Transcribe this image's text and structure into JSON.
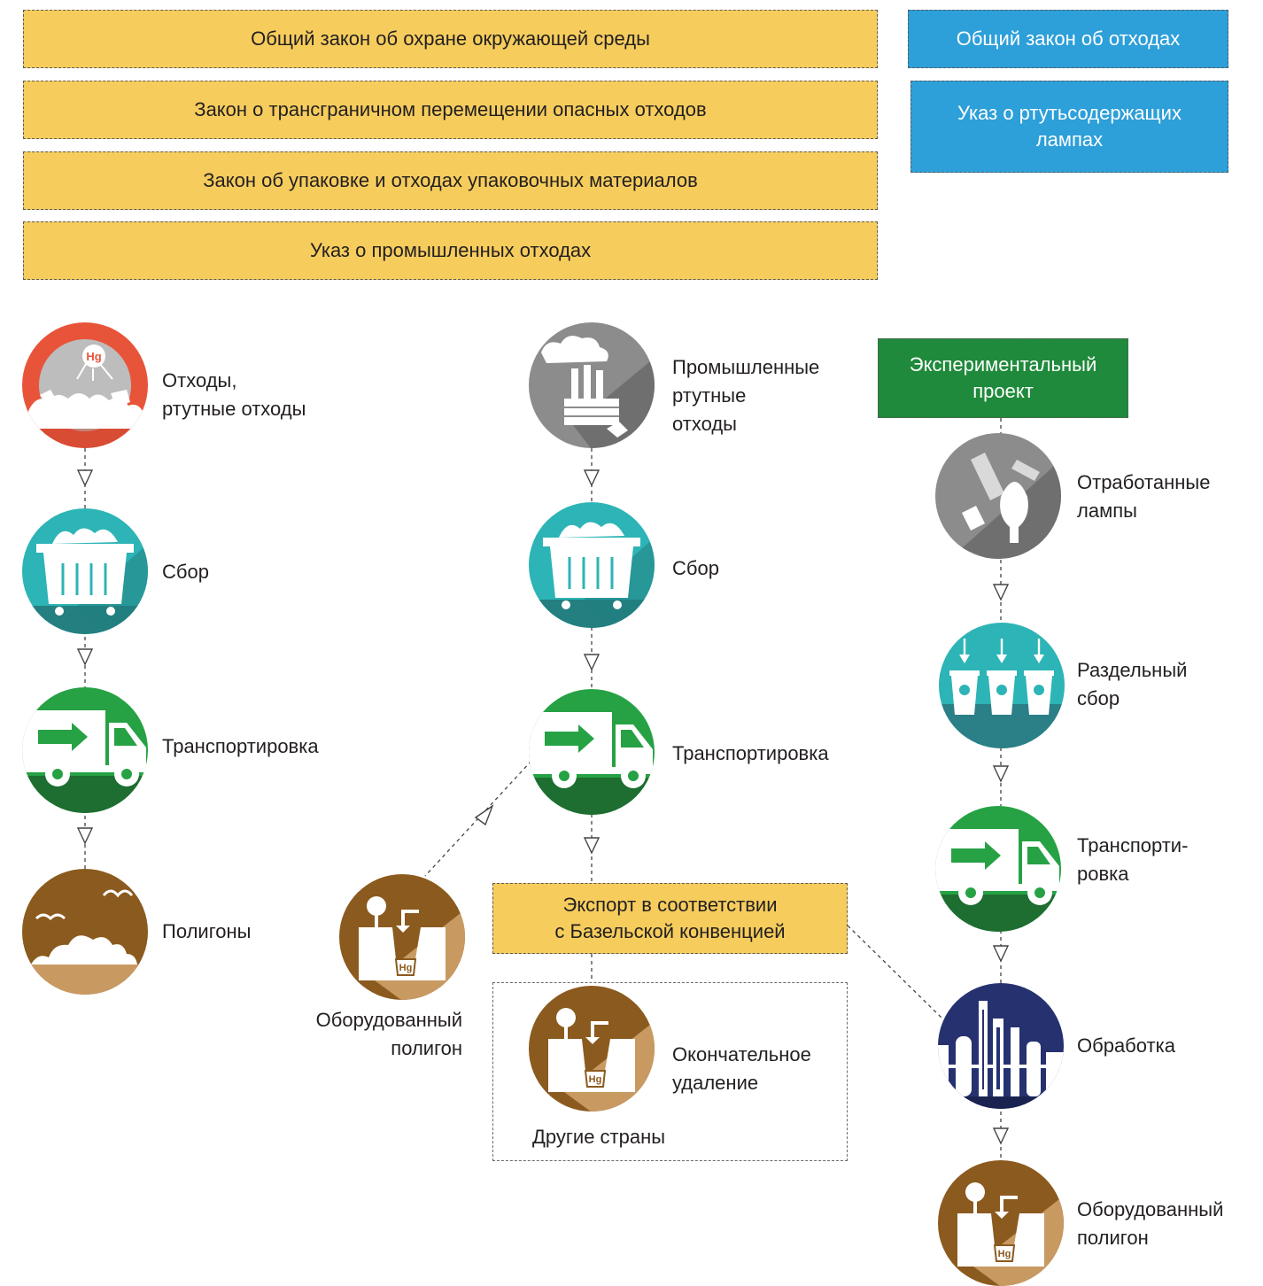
{
  "laws": {
    "environment": "Общий закон об охране окружающей среды",
    "transboundary": "Закон о трансграничном перемещении опасных отходов",
    "packaging": "Закон об упаковке и отходах упаковочных материалов",
    "industrial": "Указ о промышленных отходах",
    "waste": "Общий закон об отходах",
    "lamps": [
      "Указ о ртутьсодержащих",
      "лампах"
    ]
  },
  "pilot": [
    "Экспериментальный",
    "проект"
  ],
  "col1": {
    "waste": [
      "Отходы,",
      "ртутные отходы"
    ],
    "collection": "Сбор",
    "transport": "Транспортировка",
    "landfill": "Полигоны"
  },
  "col2": {
    "industrial": [
      "Промышленные",
      "ртутные",
      "отходы"
    ],
    "collection": "Сбор",
    "transport": "Транспортировка",
    "equipped_landfill": [
      "Оборудованный",
      "полигон"
    ],
    "export": [
      "Экспорт в соответствии",
      "с Базельской конвенцией"
    ],
    "final_disposal": [
      "Окончательное",
      "удаление"
    ],
    "other_countries": "Другие страны"
  },
  "col3": {
    "spent_lamps": [
      "Отработанные",
      "лампы"
    ],
    "separate_collection": [
      "Раздельный",
      "сбор"
    ],
    "transport": [
      "Транспорти-",
      "ровка"
    ],
    "treatment": "Обработка",
    "equipped_landfill": [
      "Оборудованный",
      "полигон"
    ]
  },
  "icon_text": {
    "mercury": "Hg"
  },
  "colors": {
    "law_yellow": "#f6cd5d",
    "law_blue": "#2d9fd9",
    "pilot_green": "#1f8a3b",
    "waste_red": "#e8543a",
    "collection_teal": "#2db4b6",
    "transport_green": "#26a244",
    "landfill_brown": "#8b5a1e",
    "lamp_gray": "#8c8c8c",
    "treatment_navy": "#263270"
  }
}
